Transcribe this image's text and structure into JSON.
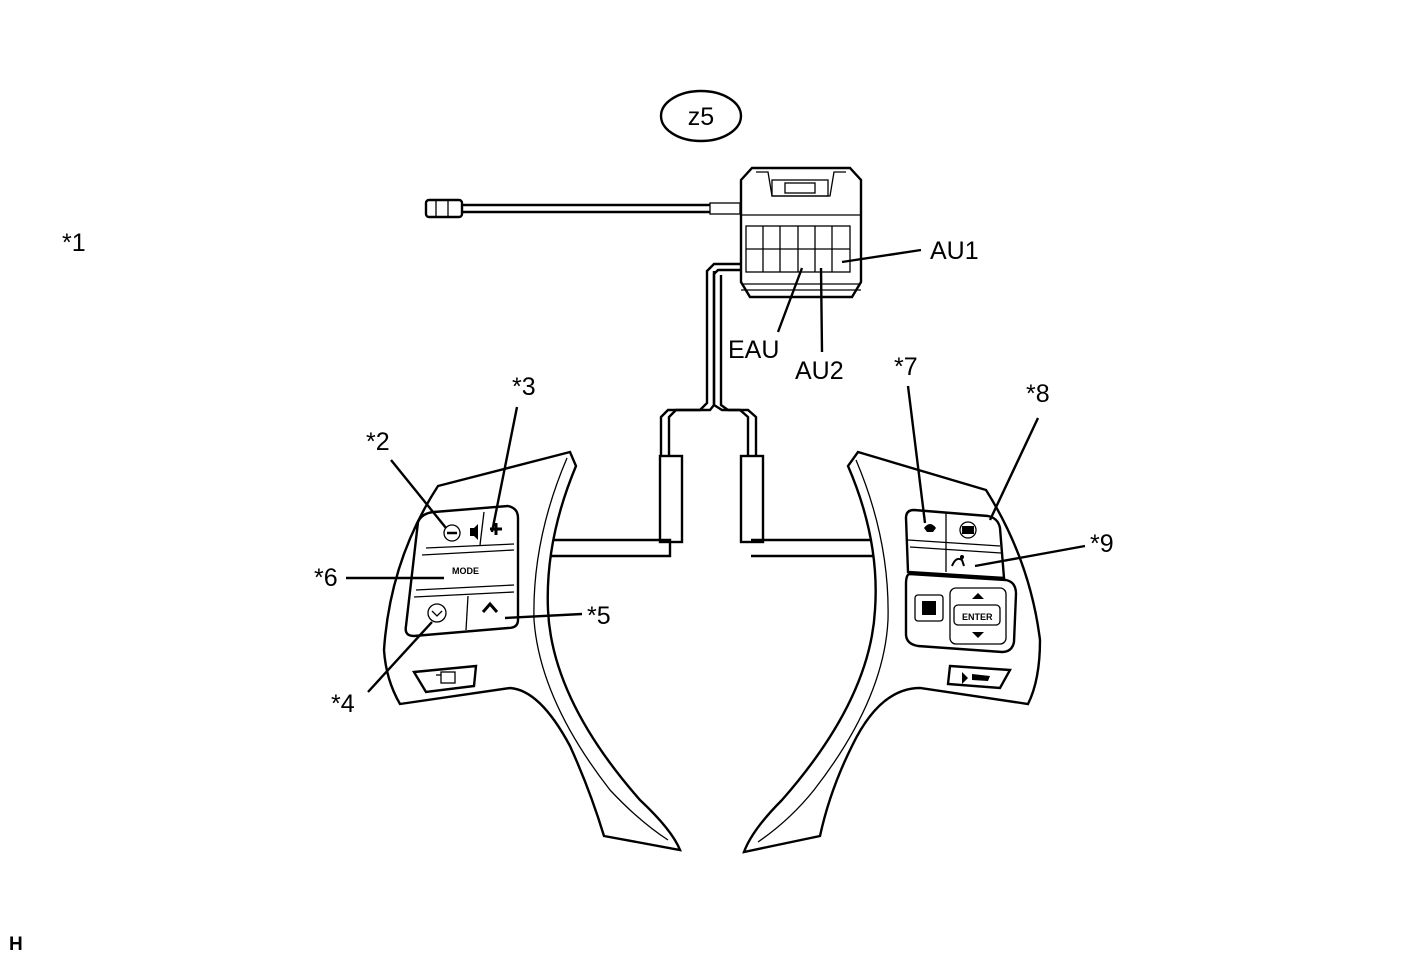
{
  "labels": {
    "connector_id": "z5",
    "ref_1": "*1",
    "ref_2": "*2",
    "ref_3": "*3",
    "ref_4": "*4",
    "ref_5": "*5",
    "ref_6": "*6",
    "ref_7": "*7",
    "ref_8": "*8",
    "ref_9": "*9",
    "pin_au1": "AU1",
    "pin_eau": "EAU",
    "pin_au2": "AU2",
    "corner_code": "H"
  },
  "buttons": {
    "mode": "MODE",
    "enter": "ENTER"
  },
  "icons": {
    "left_switch": [
      "minus-icon",
      "speaker-icon",
      "plus-icon",
      "down-chevron-icon",
      "up-chevron-icon",
      "pad-icon"
    ],
    "right_switch": [
      "phone-icon",
      "voice-icon",
      "display-icon",
      "arrow-up-icon",
      "arrow-down-icon",
      "hands-free-icon"
    ]
  }
}
